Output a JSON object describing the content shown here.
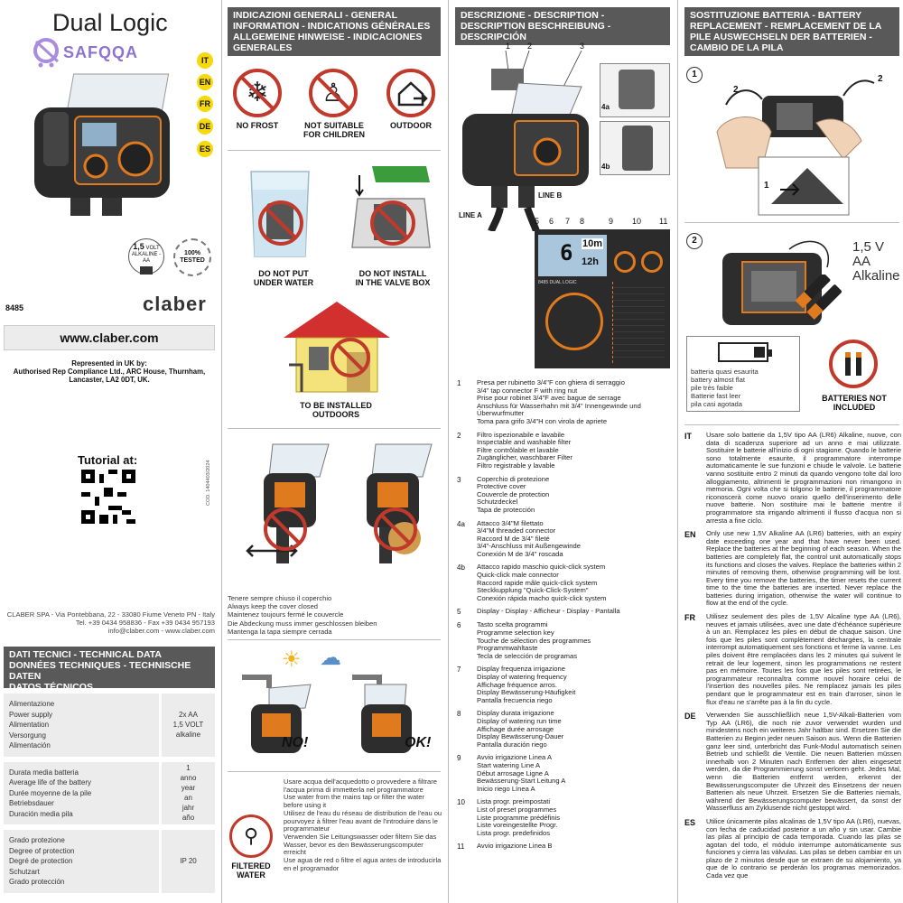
{
  "col1": {
    "title": "Dual Logic",
    "logo_text": "SAFQQA",
    "languages": [
      "IT",
      "EN",
      "FR",
      "DE",
      "ES"
    ],
    "battery_badge": {
      "volt": "1,5",
      "volt_unit": "VOLT",
      "type": "ALKALINE - AA"
    },
    "tested_badge": "100% TESTED",
    "code": "8485",
    "brand": "claber",
    "website": "www.claber.com",
    "uk_rep": "Represented in UK by:\nAuthorised Rep Compliance Ltd., ARC House, Thurnham,\nLancaster, LA2 0DT, UK.",
    "tutorial": "Tutorial at:",
    "side_code": "COD. 1404403/2024",
    "address": "CLABER SPA - Via Pontebbana, 22 - 33080 Fiume Veneto PN - Italy\nTel. +39 0434 958836 - Fax +39 0434 957193\ninfo@claber.com - www.claber.com",
    "tech_header": "DATI TECNICI - TECHNICAL DATA\nDONNÉES TECHNIQUES - TECHNISCHE DATEN\nDATOS TÉCNICOS",
    "specs": [
      {
        "label": "Alimentazione\nPower supply\nAlimentation\nVersorgung\nAlimentación",
        "value": "2x AA\n1,5 VOLT\nalkaline"
      },
      {
        "label": "Durata media batteria\nAverage life of the battery\nDurée moyenne de la pile\nBetriebsdauer\nDuración media pila",
        "value": "1\nanno\nyear\nan\njahr\naño"
      },
      {
        "label": "Grado protezione\nDegree of protection\nDegré de protection\nSchutzart\nGrado protección",
        "value": "IP 20"
      }
    ]
  },
  "col2": {
    "header": "INDICAZIONI GENERALI - GENERAL INFORMATION - INDICATIONS GÉNÉRALES ALLGEMEINE HINWEISE - INDICACIONES GENERALES",
    "icons": [
      "NO FROST",
      "NOT SUITABLE\nFOR CHILDREN",
      "OUTDOOR"
    ],
    "warn1": "DO NOT PUT\nUNDER WATER",
    "warn2": "DO NOT INSTALL\nIN THE VALVE BOX",
    "install": "TO BE INSTALLED\nOUTDOORS",
    "cover_text": "Tenere sempre chiuso il coperchio\nAlways keep the cover closed\nMaintenez toujours fermé le couvercle\nDie Abdeckung muss immer geschlossen bleiben\nMantenga la tapa siempre cerrada",
    "no_label": "NO!",
    "ok_label": "OK!",
    "filtered_label": "FILTERED\nWATER",
    "filter_text": "Usare acqua dell'acquedotto o provvedere a filtrare l'acqua prima di immetterla nel programmatore\nUse water from the mains tap or filter the water before using it\nUtilisez de l'eau du réseau de distribution de l'eau ou pourvoyez à filtrer l'eau avant de l'introduire dans le programmateur\nVerwenden Sie Leitungswasser oder filtern Sie das Wasser, bevor es den Bewässerungscomputer erreicht\nUse agua de red o filtre el agua antes de introducirla en el programador"
  },
  "col3": {
    "header": "DESCRIZIONE - DESCRIPTION - DESCRIPTION BESCHREIBUNG - DESCRIPCIÓN",
    "callouts_top": [
      "1",
      "2",
      "3"
    ],
    "label_4a": "4a",
    "label_4b": "4b",
    "line_a": "LINE A",
    "line_b": "LINE B",
    "callouts_mid": [
      "5",
      "6",
      "7",
      "8",
      "9",
      "10",
      "11"
    ],
    "display": {
      "big": "6",
      "top": "10m",
      "bottom": "12h",
      "logo": "8485 DUAL LOGIC"
    },
    "items": [
      {
        "num": "1",
        "text": "Presa per rubinetto 3/4\"F con ghiera di serraggio\n3/4\" tap connector F with ring nut\nPrise pour robinet 3/4\"F avec bague de serrage\nAnschluss für Wasserhahn mit 3/4\" Innengewinde und Überwurfmutter\nToma para grifo 3/4\"H con virola de apriete"
      },
      {
        "num": "2",
        "text": "Filtro ispezionabile e lavabile\nInspectable and washable filter\nFiltre contrôlable et lavable\nZugänglicher, waschbarer Filter\nFiltro registrable y lavable"
      },
      {
        "num": "3",
        "text": "Coperchio di protezione\nProtective cover\nCouvercle de protection\nSchutzdeckel\nTapa de protección"
      },
      {
        "num": "4a",
        "text": "Attacco 3/4\"M filettato\n3/4\"M threaded connector\nRaccord M de 3/4\" fileté\n3/4\"-Anschluss mit Außengewinde\nConexión M de 3/4\" roscada"
      },
      {
        "num": "4b",
        "text": "Attacco rapido maschio quick-click system\nQuick-click male connector\nRaccord rapide mâle quick-click system\nSteckkupplung \"Quick-Click-System\"\nConexión rápida macho quick-click system"
      },
      {
        "num": "5",
        "text": "Display - Display - Afficheur - Display - Pantalla"
      },
      {
        "num": "6",
        "text": "Tasto scelta programmi\nProgramme selection key\nTouche de sélection des programmes\nProgrammwahltaste\nTecla de selección de programas"
      },
      {
        "num": "7",
        "text": "Display frequenza irrigazione\nDisplay of watering frequency\nAffichage fréquence arros.\nDisplay Bewässerung-Häufigkeit\nPantalla frecuencia riego"
      },
      {
        "num": "8",
        "text": "Display durata irrigazione\nDisplay of watering run time\nAffichage durée arrosage\nDisplay Bewässerung-Dauer\nPantalla duración riego"
      },
      {
        "num": "9",
        "text": "Avvio irrigazione Linea A\nStart watering Line A\nDébut arrosage Ligne A\nBewässerung-Start Leitung A\nInicio riego Línea A"
      },
      {
        "num": "10",
        "text": "Lista progr. preimpostati\nList of preset programmes\nListe programme prédéfinis\nListe voreingestellte Progr.\nLista progr. predefinidos"
      },
      {
        "num": "11",
        "text": "Avvio irrigazione Linea B"
      }
    ]
  },
  "col4": {
    "header": "SOSTITUZIONE BATTERIA - BATTERY REPLACEMENT - REMPLACEMENT DE LA PILE AUSWECHSELN DER BATTERIEN - CAMBIO DE LA PILA",
    "step1": "1",
    "step2": "2",
    "arrow_labels": [
      "2",
      "2",
      "1"
    ],
    "battery_spec": "1,5 V\nAA\nAlkaline",
    "low_battery": "batteria quasi esaurita\nbattery almost flat\npile très faible\nBatterie fast leer\npila casi agotada",
    "not_included": "BATTERIES NOT\nINCLUDED",
    "paras": [
      {
        "code": "IT",
        "text": "Usare solo batterie da 1,5V tipo AA (LR6) Alkaline, nuove, con data di scadenza superiore ad un anno e mai utilizzate. Sostituire le batterie all'inizio di ogni stagione. Quando le batterie sono totalmente esaurite, il programmatore interrompe automaticamente le sue funzioni e chiude le valvole. Le batterie vanno sostituite entro 2 minuti da quando vengono tolte dal loro alloggiamento, altrimenti le programmazioni non rimangono in memoria. Ogni volta che si tolgono le batterie, il programmatore riconoscerà come nuovo orario quello dell'inserimento delle nuove batterie. Non sostituire mai le batterie mentre il programmatore sta irrigando altrimenti il flusso d'acqua non si arresta a fine ciclo."
      },
      {
        "code": "EN",
        "text": "Only use new 1,5V Alkaline AA (LR6) batteries, with an expiry date exceeding one year and that have never been used. Replace the batteries at the beginning of each season. When the batteries are completely flat, the control unit automatically stops its functions and closes the valves. Replace the batteries within 2 minutes of removing them, otherwise programming will be lost. Every time you remove the batteries, the timer resets the current time to the time the batteries are inserted. Never replace the batteries during irrigation, otherwise the water will continue to flow at the end of the cycle."
      },
      {
        "code": "FR",
        "text": "Utilisez seulement des piles de 1,5V Alcaline type AA (LR6), neuves et jamais utilisées, avec une date d'échéance supérieure à un an. Remplacez les piles en début de chaque saison. Une fois que les piles sont complètement déchargées, la centrale interrompt automatiquement ses fonctions et ferme la vanne. Les piles doivent être remplacées dans les 2 minutes qui suivent le retrait de leur logement, sinon les programmations ne restent pas en mémoire. Toutes les fois que les piles sont retirées, le programmateur reconnaîtra comme nouvel horaire celui de l'insertion des nouvelles piles. Ne remplacez jamais les piles pendant que le programmateur est en train d'arroser, sinon le flux d'eau ne s'arrête pas à la fin du cycle."
      },
      {
        "code": "DE",
        "text": "Verwenden Sie ausschließlich neue 1,5V-Alkali-Batterien vom Typ AA (LR6), die noch nie zuvor verwendet wurden und mindestens noch ein weiteres Jahr haltbar sind. Ersetzen Sie die Batterien zu Beginn jeder neuen Saison aus. Wenn die Batterien ganz leer sind, unterbricht das Funk-Modul automatisch seinen Betrieb und schließt die Ventile. Die neuen Batterien müssen innerhalb von 2 Minuten nach Entfernen der alten eingesetzt werden, da die Programmierung sonst verloren geht. Jedes Mal, wenn die Batterien entfernt werden, erkennt der Bewässerungscomputer die Uhrzeit des Einsetzens der neuen Batterien als neue Uhrzeit. Ersetzen Sie die Batteries niemals, während der Bewässerungscomputer bewässert, da sonst der Wasserfluss am Zyklusende nicht gestoppt wird."
      },
      {
        "code": "ES",
        "text": "Utilice únicamente pilas alcalinas de 1,5V tipo AA (LR6), nuevas, con fecha de caducidad posterior a un año y sin usar. Cambie las pilas al principio de cada temporada. Cuando las pilas se agotan del todo, el módulo interrumpe automáticamente sus funciones y cierra las válvulas. Las pilas se deben cambiar en un plazo de 2 minutos desde que se extraen de su alojamiento, ya que de lo contrario se perderán los programas memorizados. Cada vez que"
      }
    ]
  }
}
